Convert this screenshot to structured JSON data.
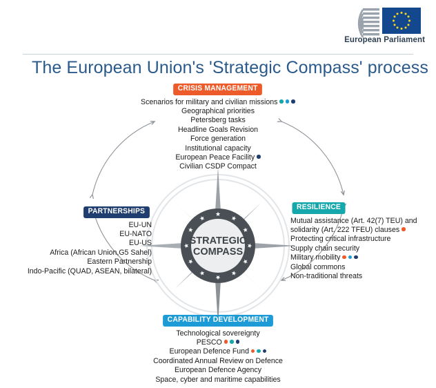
{
  "header": {
    "logo_name": "european-parliament-logo",
    "organisation": "European Parliament"
  },
  "title": "The European Union's 'Strategic Compass' process",
  "colors": {
    "orange": "#ec5b29",
    "teal": "#14a8ad",
    "blue": "#1d9bd7",
    "navy": "#1f3d6e",
    "title_blue": "#2a5a8c",
    "compass_ring": "#4a4f55",
    "compass_star": "#8d9299"
  },
  "center": {
    "label_line1": "STRATEGIC",
    "label_line2": "COMPASS"
  },
  "blocks": [
    {
      "id": "crisis",
      "badge": "CRISIS MANAGEMENT",
      "badge_color": "#ec5b29",
      "align": "center",
      "items": [
        {
          "text": "Scenarios for military and civilian missions",
          "dots": [
            "#14a8ad",
            "#1d9bd7",
            "#1f3d6e"
          ]
        },
        {
          "text": "Geographical priorities",
          "dots": []
        },
        {
          "text": "Petersberg tasks",
          "dots": []
        },
        {
          "text": "Headline Goals Revision",
          "dots": []
        },
        {
          "text": "Force generation",
          "dots": []
        },
        {
          "text": "Institutional capacity",
          "dots": []
        },
        {
          "text": "European Peace Facility",
          "dots": [
            "#1f3d6e"
          ]
        },
        {
          "text": "Civilian CSDP Compact",
          "dots": []
        }
      ]
    },
    {
      "id": "resilience",
      "badge": "RESILIENCE",
      "badge_color": "#14a8ad",
      "align": "left",
      "items": [
        {
          "text": "Mutual assistance (Art. 42(7) TEU) and solidarity (Art. 222 TFEU) clauses",
          "dots": [
            "#ec5b29"
          ]
        },
        {
          "text": "Protecting critical infrastructure",
          "dots": []
        },
        {
          "text": "Supply chain security",
          "dots": []
        },
        {
          "text": "Military mobility",
          "dots": [
            "#ec5b29",
            "#1d9bd7",
            "#1f3d6e"
          ]
        },
        {
          "text": "Global commons",
          "dots": []
        },
        {
          "text": "Non-traditional threats",
          "dots": []
        }
      ]
    },
    {
      "id": "partnerships",
      "badge": "PARTNERSHIPS",
      "badge_color": "#1f3d6e",
      "align": "right",
      "items": [
        {
          "text": "EU-UN",
          "dots": []
        },
        {
          "text": "EU-NATO",
          "dots": []
        },
        {
          "text": "EU-US",
          "dots": []
        },
        {
          "text": "Africa (African Union,G5 Sahel)",
          "dots": []
        },
        {
          "text": "Eastern Partnership",
          "dots": []
        },
        {
          "text": "Indo-Pacific (QUAD, ASEAN, bilateral)",
          "dots": []
        }
      ]
    },
    {
      "id": "capability",
      "badge": "CAPABILITY DEVELOPMENT",
      "badge_color": "#1d9bd7",
      "align": "center",
      "items": [
        {
          "text": "Technological sovereignty",
          "dots": []
        },
        {
          "text": "PESCO",
          "dots": [
            "#ec5b29",
            "#14a8ad",
            "#1f3d6e"
          ]
        },
        {
          "text": "European Defence Fund",
          "dots": [
            "#ec5b29",
            "#14a8ad",
            "#1f3d6e"
          ]
        },
        {
          "text": "Coordinated Annual Review on Defence",
          "dots": []
        },
        {
          "text": "European Defence Agency",
          "dots": []
        },
        {
          "text": "Space, cyber and maritime capabilities",
          "dots": []
        }
      ]
    }
  ]
}
